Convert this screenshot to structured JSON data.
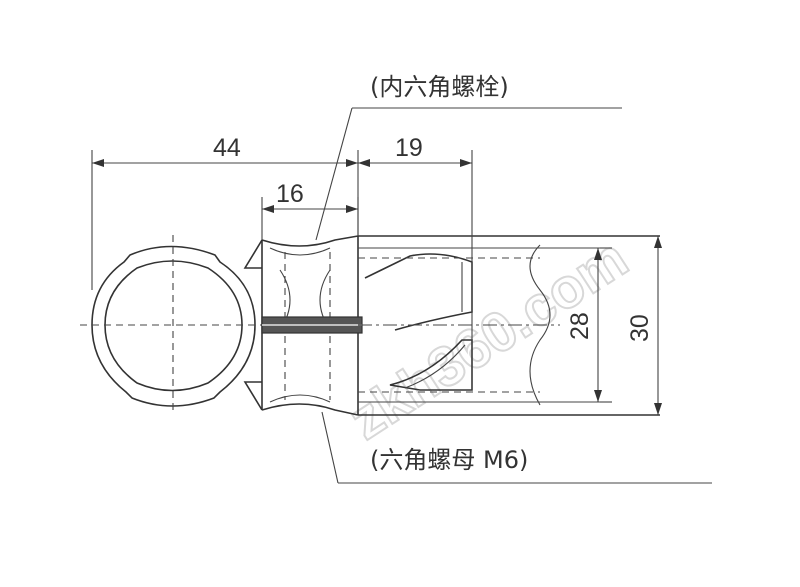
{
  "dimensions": {
    "d44": "44",
    "d19": "19",
    "d16": "16",
    "d28": "28",
    "d30": "30"
  },
  "callouts": {
    "hex_bolt": "(内六角螺栓)",
    "hex_nut": "(六角螺母 M6)"
  },
  "watermark": "zkh360.com",
  "colors": {
    "line": "#333333",
    "watermark": "#d8d8d8"
  }
}
